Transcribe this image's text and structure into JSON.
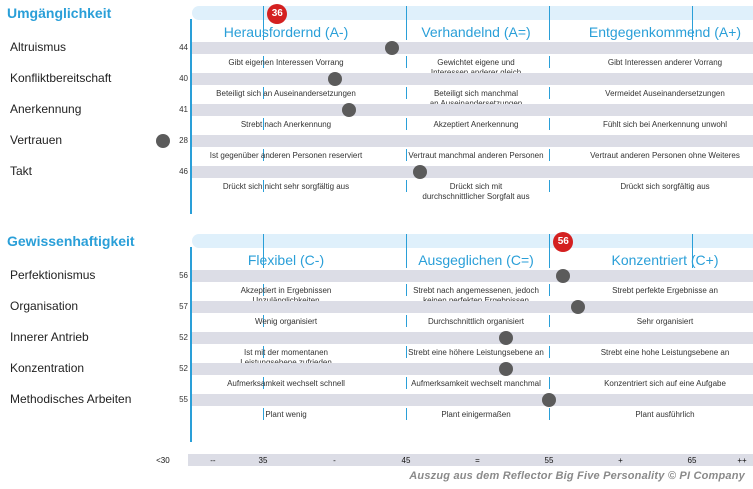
{
  "sections": [
    {
      "title": "Umgänglichkeit",
      "score": "36",
      "score_value": 36,
      "headings": [
        "Herausfordernd (A-)",
        "Verhandelnd (A=)",
        "Entgegenkommend (A+)"
      ],
      "rows": [
        {
          "label": "Altruismus",
          "score": "44",
          "value": 44,
          "descs": [
            "Gibt eigenen Interessen Vorrang",
            "Gewichtet eigene und\nInteressen anderer gleich",
            "Gibt Interessen anderer Vorrang"
          ]
        },
        {
          "label": "Konfliktbereitschaft",
          "score": "40",
          "value": 40,
          "descs": [
            "Beteiligt sich an Auseinandersetzungen",
            "Beteiligt sich manchmal\nan Auseinandersetzungen",
            "Vermeidet Auseinandersetzungen"
          ]
        },
        {
          "label": "Anerkennung",
          "score": "41",
          "value": 41,
          "descs": [
            "Strebt nach Anerkennung",
            "Akzeptiert Anerkennung",
            "Fühlt sich bei Anerkennung unwohl"
          ]
        },
        {
          "label": "Vertrauen",
          "score": "28",
          "value": 28,
          "descs": [
            "Ist gegenüber anderen Personen reserviert",
            "Vertraut manchmal anderen Personen",
            "Vertraut anderen Personen ohne Weiteres"
          ]
        },
        {
          "label": "Takt",
          "score": "46",
          "value": 46,
          "descs": [
            "Drückt sich nicht sehr sorgfältig aus",
            "Drückt sich mit\ndurchschnittlicher Sorgfalt aus",
            "Drückt sich sorgfältig aus"
          ]
        }
      ]
    },
    {
      "title": "Gewissenhaftigkeit",
      "score": "56",
      "score_value": 56,
      "headings": [
        "Flexibel (C-)",
        "Ausgeglichen (C=)",
        "Konzentriert (C+)"
      ],
      "rows": [
        {
          "label": "Perfektionismus",
          "score": "56",
          "value": 56,
          "descs": [
            "Akzeptiert in Ergebnissen\nUnzulänglichkeiten",
            "Strebt nach angemessenen, jedoch\nkeinen perfekten Ergebnissen",
            "Strebt perfekte Ergebnisse an"
          ]
        },
        {
          "label": "Organisation",
          "score": "57",
          "value": 57,
          "descs": [
            "Wenig organisiert",
            "Durchschnittlich organisiert",
            "Sehr organisiert"
          ]
        },
        {
          "label": "Innerer Antrieb",
          "score": "52",
          "value": 52,
          "descs": [
            "Ist mit der momentanen\nLeistungsebene zufrieden",
            "Strebt eine höhere Leistungsebene an",
            "Strebt eine hohe Leistungsebene an"
          ]
        },
        {
          "label": "Konzentration",
          "score": "52",
          "value": 52,
          "descs": [
            "Aufmerksamkeit wechselt schnell",
            "Aufmerksamkeit wechselt manchmal",
            "Konzentriert sich auf eine Aufgabe"
          ]
        },
        {
          "label": "Methodisches Arbeiten",
          "score": "55",
          "value": 55,
          "descs": [
            "Plant wenig",
            "Plant einigermaßen",
            "Plant ausführlich"
          ]
        }
      ]
    }
  ],
  "scale": {
    "labels": [
      "<30",
      "--",
      "35",
      "-",
      "45",
      "=",
      "55",
      "+",
      "65",
      "++"
    ],
    "values": [
      28,
      31.5,
      35,
      40,
      45,
      50,
      55,
      60,
      65,
      68.5
    ]
  },
  "footer": "Auszug aus dem Reflector Big Five Personality © PI Company",
  "colors": {
    "accent": "#2a9fd8",
    "marker": "#d42020",
    "dot": "#5b5b5b",
    "bar": "#dcdde6",
    "topbar": "#dff0fb"
  }
}
